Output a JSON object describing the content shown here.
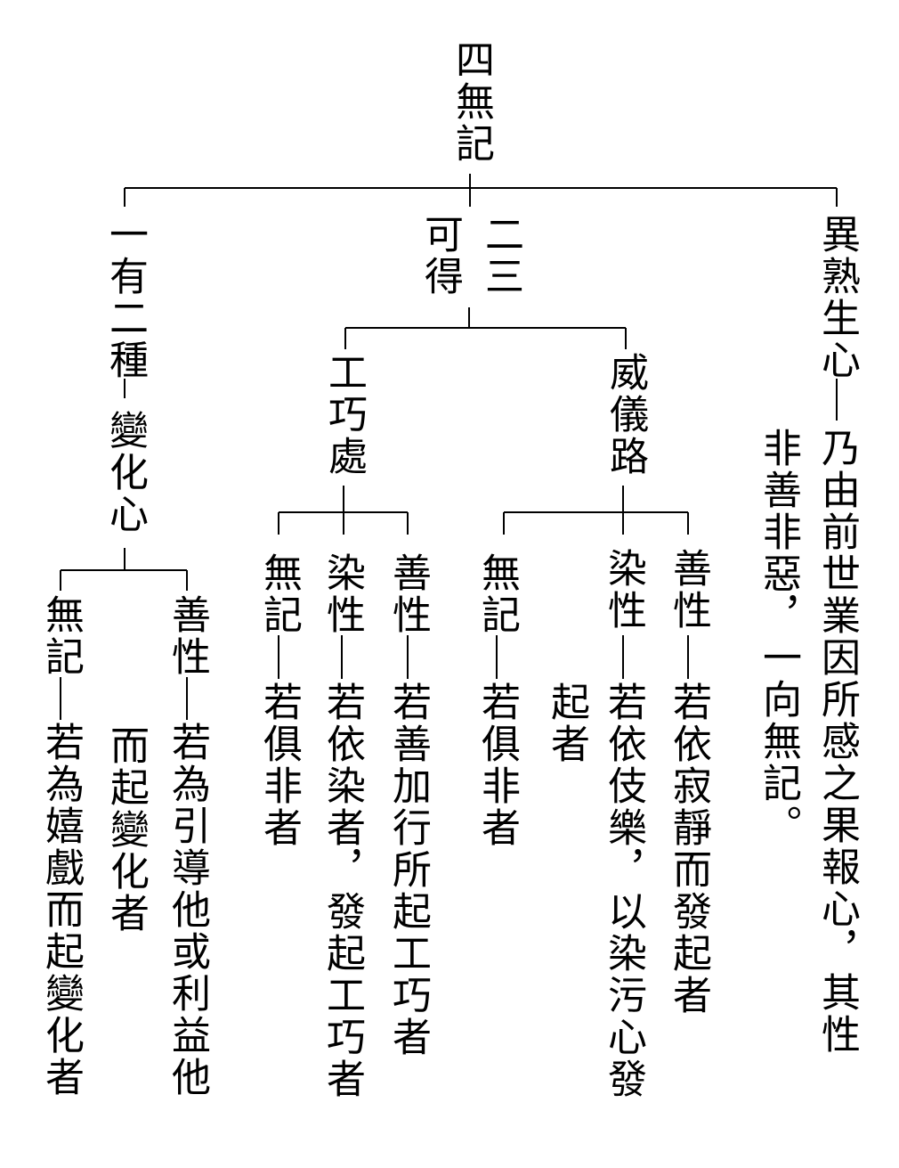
{
  "root": "四無記",
  "branches": {
    "b1": {
      "label": "一有二種",
      "child": "變化心",
      "good": {
        "label": "善性",
        "desc1": "若為引導他或利益他",
        "desc2": "而起變化者"
      },
      "neutral": {
        "label": "無記",
        "desc": "若為嬉戲而起變化者"
      }
    },
    "b2": {
      "label_num": "二三",
      "label": "可得",
      "craft": {
        "label": "工巧處",
        "good": {
          "label": "善性",
          "desc": "若善加行所起工巧者"
        },
        "defiled": {
          "label": "染性",
          "desc": "若依染者，發起工巧者"
        },
        "neutral": {
          "label": "無記",
          "desc": "若俱非者"
        }
      },
      "deport": {
        "label": "威儀路",
        "good": {
          "label": "善性",
          "desc": "若依寂靜而發起者"
        },
        "defiled": {
          "label": "染性",
          "desc1": "若依伎樂，以染污心發",
          "desc2": "起者"
        },
        "neutral": {
          "label": "無記",
          "desc": "若俱非者"
        }
      }
    },
    "b4": {
      "label": "異熟生心",
      "desc1": "乃由前世業因所感之果報心，其性",
      "desc2": "非善非惡，一向無記。"
    }
  }
}
